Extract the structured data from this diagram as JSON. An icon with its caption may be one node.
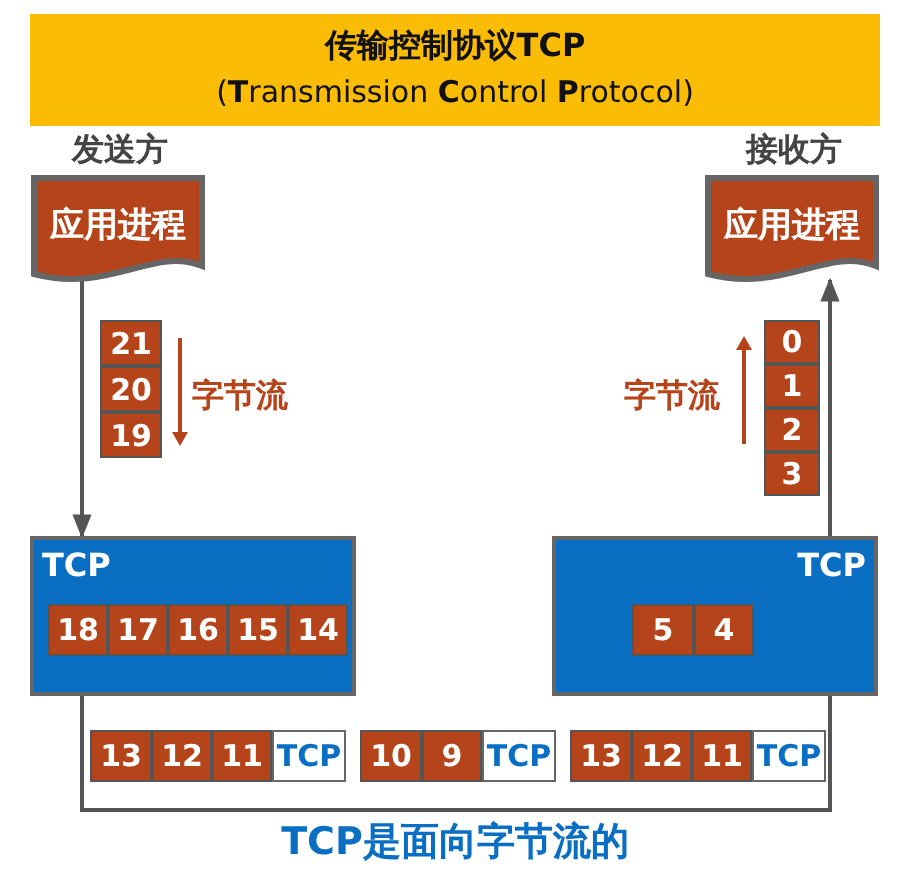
{
  "diagram": {
    "caption": "TCP是面向字节流的",
    "nodes": [
      {
        "text": [
          "传输控制协议TCP",
          "(**T**ransmission **C**ontrol **P**rotocol)"
        ]
      },
      {
        "text": [
          "应用进程"
        ],
        "beside": [
          "发送方"
        ]
      },
      {
        "text": [
          "应用进程"
        ],
        "beside": [
          "接收方"
        ]
      },
      {
        "text": [
          "TCP"
        ]
      },
      {
        "text": [
          "TCP"
        ]
      },
      {
        "text": [
          "21"
        ]
      },
      {
        "text": [
          "20"
        ]
      },
      {
        "text": [
          "19"
        ]
      },
      {
        "text": [
          "0"
        ]
      },
      {
        "text": [
          "1"
        ]
      },
      {
        "text": [
          "2"
        ]
      },
      {
        "text": [
          "3"
        ]
      },
      {
        "text": [
          "18"
        ],
        "in": 3
      },
      {
        "text": [
          "17"
        ],
        "in": 3
      },
      {
        "text": [
          "16"
        ],
        "in": 3
      },
      {
        "text": [
          "15"
        ],
        "in": 3
      },
      {
        "text": [
          "14"
        ],
        "in": 3
      },
      {
        "text": [
          "5"
        ],
        "in": 4
      },
      {
        "text": [
          "4"
        ],
        "in": 4
      },
      {
        "text": [
          "13"
        ]
      },
      {
        "text": [
          "12"
        ]
      },
      {
        "text": [
          "11"
        ]
      },
      {
        "text": [
          "TCP"
        ]
      },
      {
        "text": [
          "10"
        ]
      },
      {
        "text": [
          "9"
        ]
      },
      {
        "text": [
          "TCP"
        ]
      },
      {
        "text": [
          "13"
        ]
      },
      {
        "text": [
          "12"
        ]
      },
      {
        "text": [
          "11"
        ]
      },
      {
        "text": [
          "TCP"
        ]
      }
    ],
    "edges": [
      {
        "from": 1,
        "to": 3,
        "arrow": "to"
      },
      {
        "from": 4,
        "to": 2,
        "arrow": "to"
      },
      {
        "from": 3,
        "to": 4,
        "arrow": "none"
      }
    ],
    "labels": [
      "字节流",
      "字节流"
    ]
  }
}
